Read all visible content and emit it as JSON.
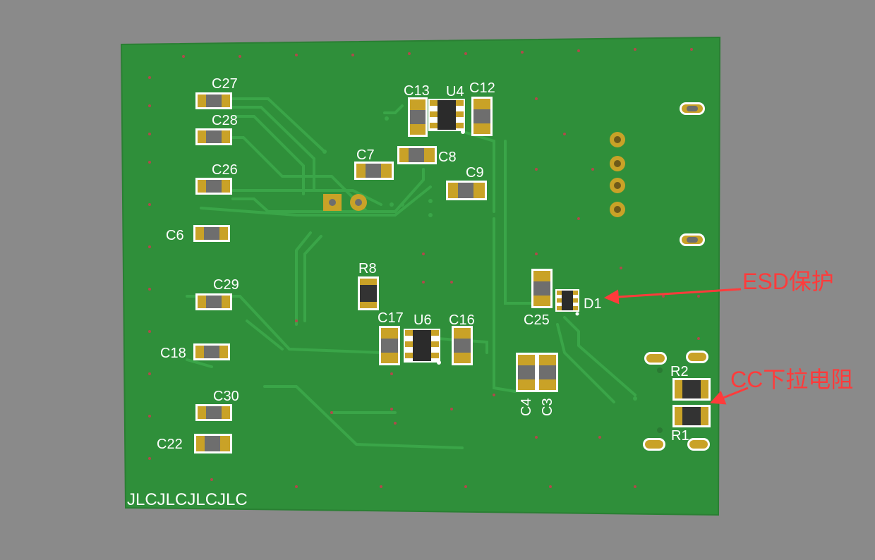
{
  "board": {
    "color": "#2f8f3a",
    "trace_color": "#3aa548",
    "pad_color": "#c9a227",
    "silk_color": "#ffffff",
    "annotation_color": "#ff3b3b"
  },
  "silkscreen": {
    "c27": "C27",
    "c28": "C28",
    "c26": "C26",
    "c6": "C6",
    "c29": "C29",
    "c18": "C18",
    "c30": "C30",
    "c22": "C22",
    "c13": "C13",
    "u4": "U4",
    "c12": "C12",
    "c7": "C7",
    "c8": "C8",
    "c9": "C9",
    "r8": "R8",
    "c17": "C17",
    "u6": "U6",
    "c16": "C16",
    "c25": "C25",
    "d1": "D1",
    "c4": "C4",
    "c3": "C3",
    "r2": "R2",
    "r1": "R1",
    "jlc": "JLCJLCJLCJLC"
  },
  "annotations": {
    "esd": "ESD保护",
    "cc": "CC下拉电阻"
  }
}
